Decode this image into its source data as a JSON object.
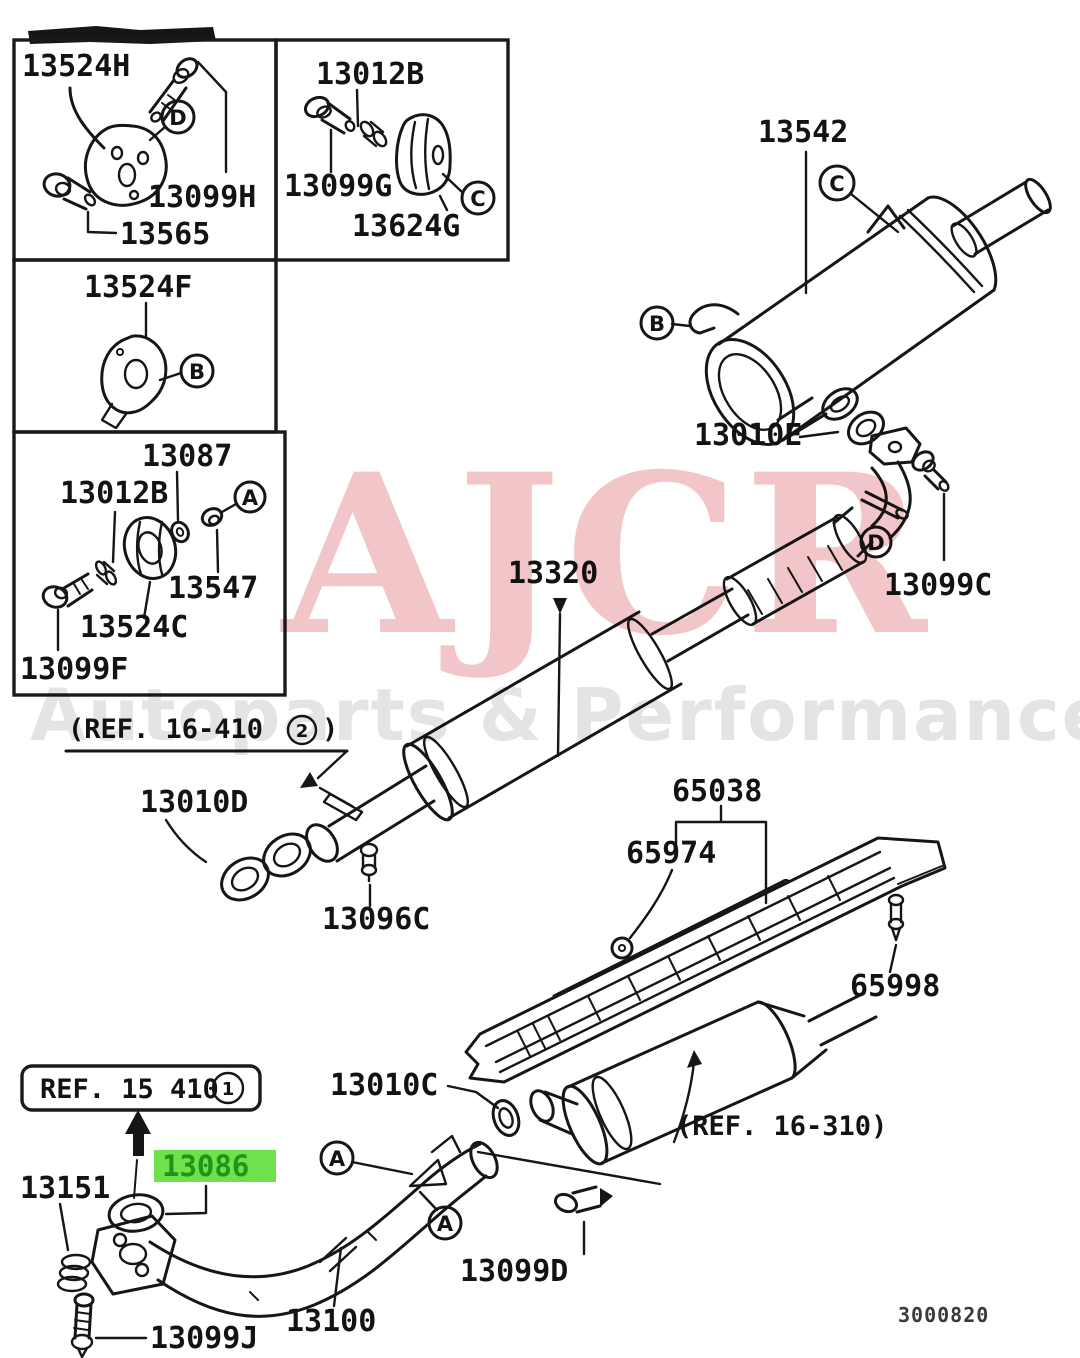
{
  "diagram": {
    "watermark": {
      "brand": "AJCR",
      "tagline": "Autoparts & Performance"
    },
    "doc_code": "3000820",
    "highlight": {
      "part_no": "13086"
    },
    "colors": {
      "highlight_bg": "#6fe14c",
      "highlight_text": "#1f9417",
      "watermark_pink": "#f2c6c8",
      "watermark_gray": "#e4e4e4",
      "line": "#161616"
    },
    "letters": {
      "A": "A",
      "B": "B",
      "C": "C",
      "D": "D"
    },
    "refs": {
      "ref_15_410": "REF. 15 410",
      "ref_15_410_num": "1",
      "ref_16_410_open": "(REF. 16-410",
      "ref_16_410_num": "2",
      "ref_16_410_close": ")",
      "ref_16_310": "(REF. 16-310)"
    },
    "parts": {
      "13524H": "13524H",
      "13099H": "13099H",
      "13565": "13565",
      "13012B": "13012B",
      "13099G": "13099G",
      "13624G": "13624G",
      "13524F": "13524F",
      "13087": "13087",
      "13547": "13547",
      "13524C": "13524C",
      "13099F": "13099F",
      "13542": "13542",
      "13010E": "13010E",
      "13099C": "13099C",
      "13320": "13320",
      "13010D": "13010D",
      "13096C": "13096C",
      "65038": "65038",
      "65974": "65974",
      "65998": "65998",
      "13010C": "13010C",
      "13099D": "13099D",
      "13151": "13151",
      "13099J": "13099J",
      "13100": "13100"
    }
  }
}
